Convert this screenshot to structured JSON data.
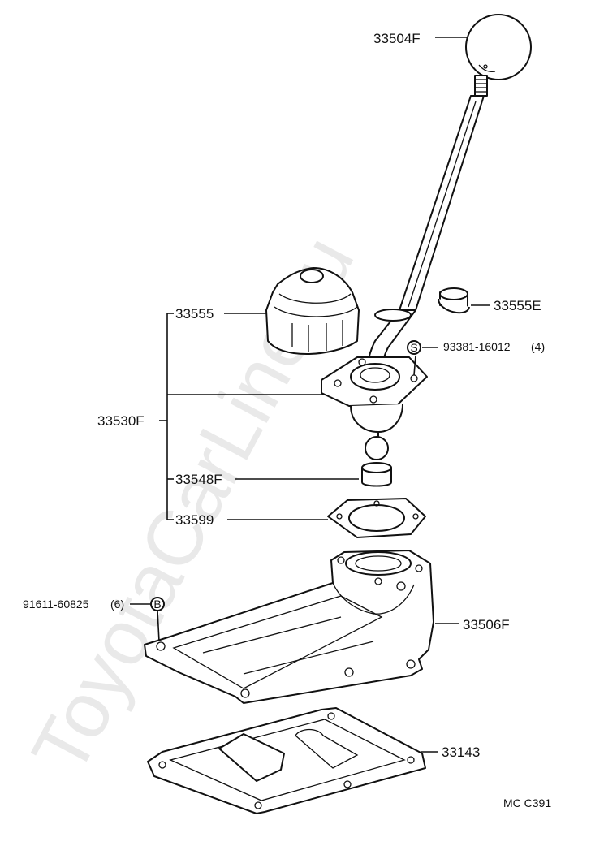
{
  "watermark": "ToyotaCarLine.ru",
  "callouts": {
    "knob": "33504F",
    "bushing_right": "33555E",
    "bolt": "93381-16012",
    "bolt_qty": "(4)",
    "bolt_symbol": "S",
    "boot": "33555",
    "lever_assembly": "33530F",
    "seat": "33548F",
    "gasket": "33599",
    "screw": "91611-60825",
    "screw_qty": "(6)",
    "screw_symbol": "B",
    "housing": "33506F",
    "cover": "33143"
  },
  "diagram_code": "MC C391"
}
